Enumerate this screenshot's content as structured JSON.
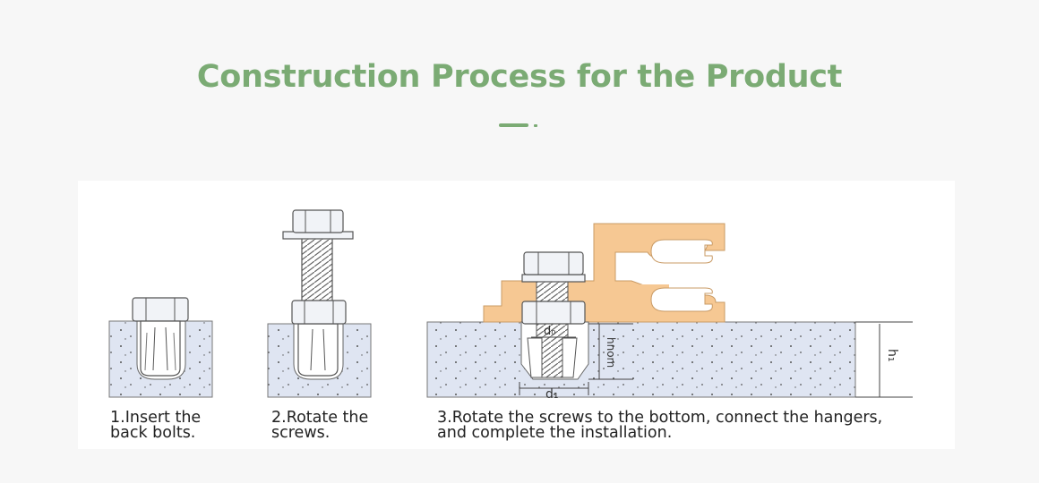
{
  "header": {
    "title": "Construction Process for the Product"
  },
  "colors": {
    "accent": "#7bab74",
    "concrete": "#dfe5f2",
    "hanger": "#f6c893",
    "outline": "#555555"
  },
  "steps": [
    {
      "number": "1",
      "caption_line1": "1.Insert the",
      "caption_line2": "back bolts."
    },
    {
      "number": "2",
      "caption_line1": "2.Rotate the",
      "caption_line2": "screws."
    },
    {
      "number": "3",
      "caption_line1": "3.Rotate the screws to the bottom, connect the hangers,",
      "caption_line2": "and complete the installation."
    }
  ],
  "dimensions": {
    "d0": "d₀",
    "d1": "d₁",
    "hnom": "hnom",
    "h1": "h₁"
  }
}
